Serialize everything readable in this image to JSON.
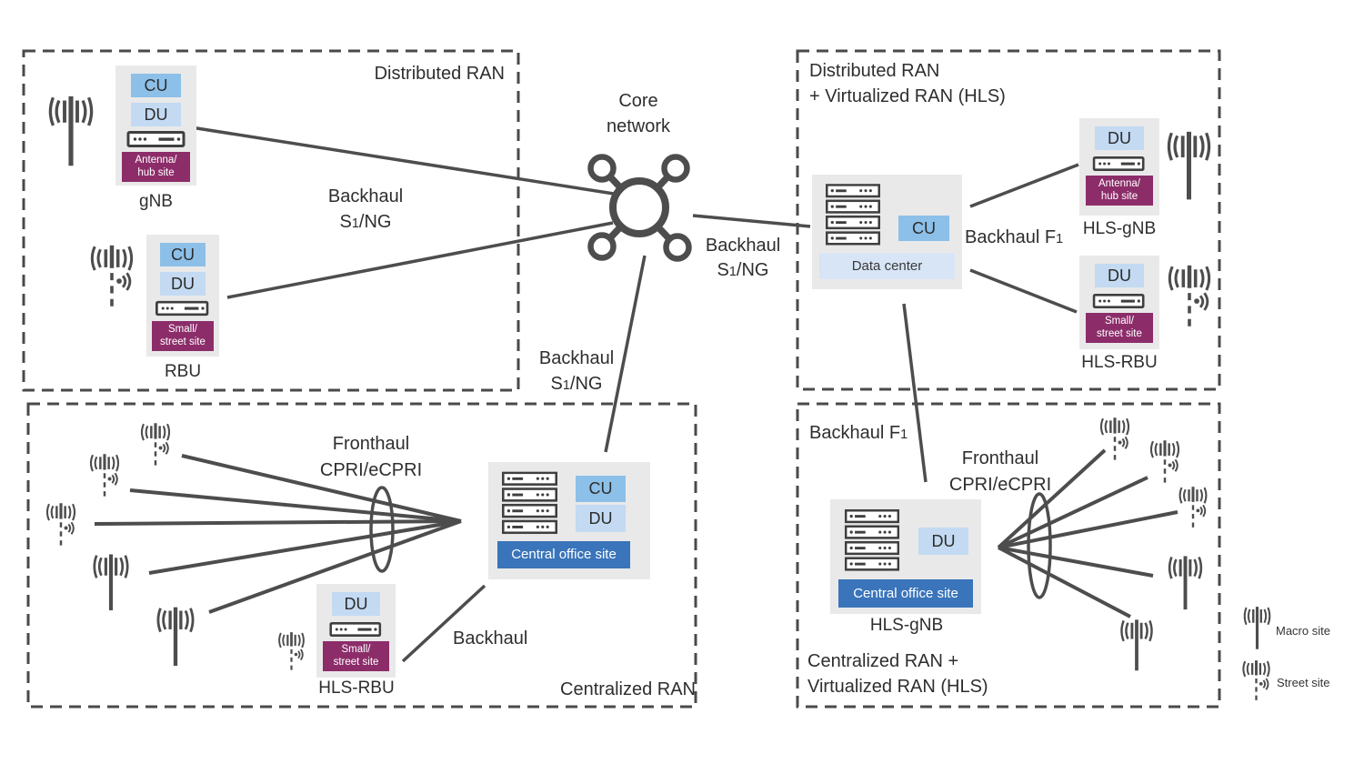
{
  "titles": {
    "distributed": "Distributed RAN",
    "centralized": "Centralized RAN",
    "distributed_virtualized_l1": "Distributed RAN",
    "distributed_virtualized_l2": "+ Virtualized RAN (HLS)",
    "centralized_virtualized_l1": "Centralized RAN +",
    "centralized_virtualized_l2": "Virtualized RAN (HLS)"
  },
  "core": {
    "l1": "Core",
    "l2": "network"
  },
  "labels": {
    "backhaul": "Backhaul",
    "s1ng": {
      "s": "S",
      "one": "1",
      "ng": "/NG"
    },
    "backhaul_f": "Backhaul F",
    "f_one": "1",
    "fronthaul_l1": "Fronthaul",
    "fronthaul_l2": "CPRI/eCPRI"
  },
  "units": {
    "cu": "CU",
    "du": "DU"
  },
  "sites": {
    "antenna_l1": "Antenna/",
    "antenna_l2": "hub site",
    "small_l1": "Small/",
    "small_l2": "street site",
    "data_center": "Data center",
    "central_office": "Central office site"
  },
  "nodes": {
    "gnb": "gNB",
    "rbu": "RBU",
    "hls_gnb": "HLS-gNB",
    "hls_rbu": "HLS-RBU"
  },
  "legend": {
    "macro": "Macro site",
    "street": "Street site"
  },
  "colors": {
    "cu": "#8cc0e8",
    "du": "#c3daf2",
    "site_purple": "#8c2d6a",
    "central_office_blue": "#3a74ba",
    "data_center_blue": "#d7e5f6",
    "panel_gray": "#e9e9e9",
    "line": "#4d4d4d"
  }
}
